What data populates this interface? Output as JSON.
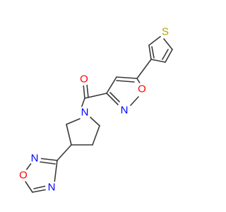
{
  "molecule": {
    "atom_labels": {
      "S": "S",
      "O_carbonyl": "O",
      "N_isoxazole": "N",
      "O_isoxazole": "O",
      "N_pyrrolidine": "N",
      "O_oxadiazole": "O",
      "N_oxadiazole_upper": "N",
      "N_oxadiazole_lower": "N"
    },
    "colors": {
      "bond": "#3a3a3a",
      "sulfur": "#b5a300",
      "oxygen": "#ff0000",
      "nitrogen": "#0000ff"
    }
  }
}
